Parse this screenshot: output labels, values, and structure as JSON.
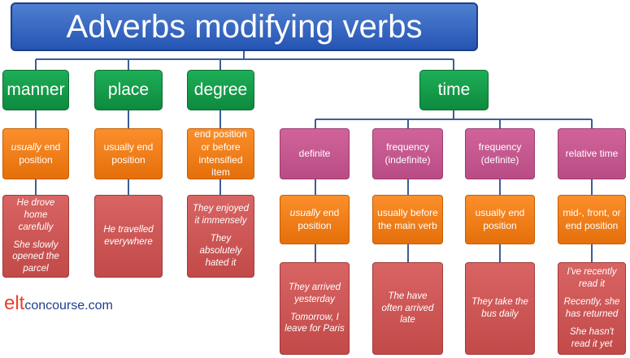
{
  "title": "Adverbs modifying verbs",
  "categories": {
    "manner": "manner",
    "place": "place",
    "degree": "degree",
    "time": "time"
  },
  "positions": {
    "manner_em": "usually",
    "manner_rest": " end position",
    "place": "usually end position",
    "degree": "end position or before intensified item"
  },
  "examples": {
    "manner": [
      "He drove home carefully",
      "She slowly opened the parcel"
    ],
    "place": [
      "He travelled everywhere"
    ],
    "degree": [
      "They enjoyed it immensely",
      "They absolutely hated it"
    ]
  },
  "time_types": {
    "definite": "definite",
    "frequency_indefinite": "frequency (indefinite)",
    "frequency_definite": "frequency (definite)",
    "relative": "relative time"
  },
  "time_positions": {
    "definite_em": "usually",
    "definite_rest": " end position",
    "frequency_indefinite": "usually before the main verb",
    "frequency_definite": "usually end position",
    "relative": "mid-, front, or end position"
  },
  "time_examples": {
    "definite": [
      "They arrived yesterday",
      "Tomorrow, I leave for Paris"
    ],
    "frequency_indefinite": [
      "The have often arrived late"
    ],
    "frequency_definite": [
      "They take the bus daily"
    ],
    "relative": [
      "I've recently read it",
      "Recently, she has returned",
      "She hasn't read it yet"
    ]
  },
  "logo": {
    "elt": "elt",
    "rest": "concourse.com"
  },
  "colors": {
    "title": "#2f5fb8",
    "category": "#119447",
    "position": "#f07c16",
    "time_type": "#c4558e",
    "example": "#cd5655",
    "connector": "#3a5f9a"
  }
}
